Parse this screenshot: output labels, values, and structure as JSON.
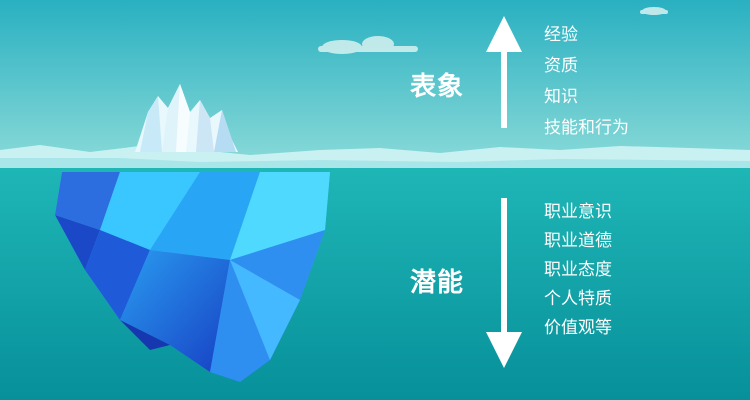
{
  "colors": {
    "sky_top": "#2bb1c2",
    "sky_bottom": "#86d8d7",
    "water_top": "#1fb3b4",
    "water_bottom": "#0a8f97",
    "ice_light": "#5fd5ff",
    "ice_dark": "#1c4fd0",
    "text": "#ffffff"
  },
  "diagram": {
    "surface": {
      "label": "表象",
      "items": [
        "经验",
        "资质",
        "知识",
        "技能和行为"
      ]
    },
    "hidden": {
      "label": "潜能",
      "items": [
        "职业意识",
        "职业道德",
        "职业态度",
        "个人特质",
        "价值观等"
      ]
    }
  }
}
